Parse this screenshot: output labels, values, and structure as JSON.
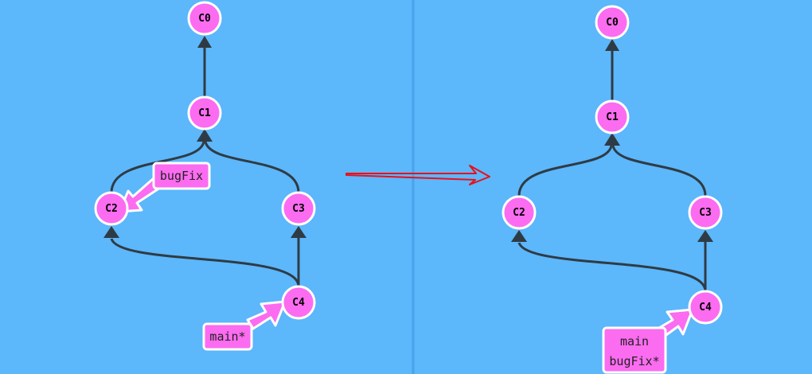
{
  "colors": {
    "background": "#5cb7fb",
    "divider": "#4aa3ea",
    "commit_fill": "#fb6cf0",
    "commit_stroke": "#ffffff",
    "edge": "#2f3b44",
    "branch_arrow": "#fb6cf0",
    "transition_arrow": "#e8101b"
  },
  "panels": {
    "before": {
      "commits": [
        "C0",
        "C1",
        "C2",
        "C3",
        "C4"
      ],
      "branches": [
        {
          "target": "C2",
          "label": "bugFix"
        },
        {
          "target": "C4",
          "label": "main*"
        }
      ]
    },
    "after": {
      "commits": [
        "C0",
        "C1",
        "C2",
        "C3",
        "C4"
      ],
      "branches": [
        {
          "target": "C4",
          "label_line1": "main",
          "label_line2": "bugFix*"
        }
      ]
    }
  }
}
